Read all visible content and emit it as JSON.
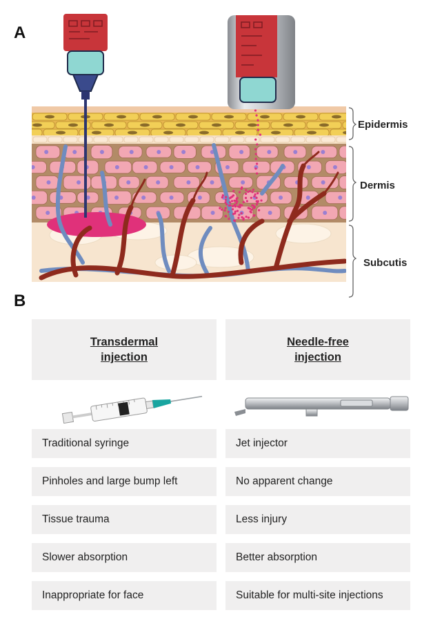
{
  "panel_a": {
    "label": "A",
    "layers": {
      "epidermis": "Epidermis",
      "dermis": "Dermis",
      "subcutis": "Subcutis"
    },
    "colors": {
      "epidermis": "#f2cf57",
      "dermis_cell": "#f2a7b3",
      "dermis_bg": "#b28b67",
      "subcutis": "#f7e5cf",
      "vein": "#6f8cbf",
      "artery": "#8e2a1d",
      "injectate": "#e0317a"
    }
  },
  "panel_b": {
    "label": "B",
    "columns": [
      {
        "title_line1": "Transdermal",
        "title_line2": "injection",
        "tool_icon": "syringe-icon"
      },
      {
        "title_line1": "Needle-free",
        "title_line2": "injection",
        "tool_icon": "jet-injector-icon"
      }
    ],
    "rows": [
      [
        "Traditional syringe",
        "Jet injector"
      ],
      [
        "Pinholes and large bump left",
        "No apparent change"
      ],
      [
        "Tissue trauma",
        "Less injury"
      ],
      [
        "Slower absorption",
        "Better absorption"
      ],
      [
        "Inappropriate for face",
        "Suitable for multi-site injections"
      ]
    ],
    "cell_color": "#f0efef"
  }
}
